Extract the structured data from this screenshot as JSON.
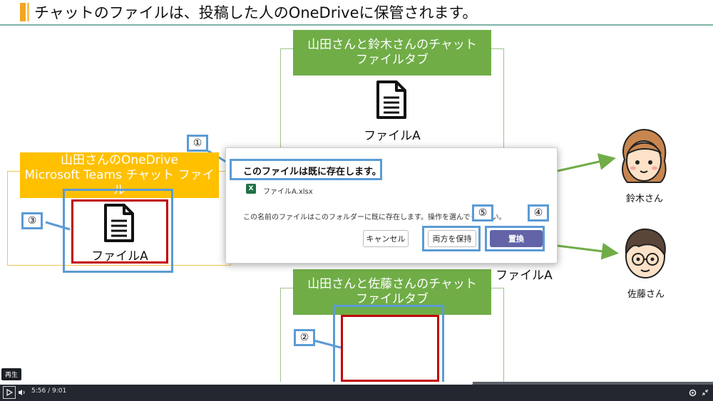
{
  "slide": {
    "title": "チャットのファイルは、投稿した人のOneDriveに保管されます。",
    "top_panel": {
      "line1": "山田さんと鈴木さんのチャット",
      "line2": "ファイルタブ",
      "file_label": "ファイルA"
    },
    "left_panel": {
      "line1": "山田さんのOneDrive",
      "line2": "Microsoft Teams チャット ファイル",
      "file_label": "ファイルA"
    },
    "bottom_panel": {
      "line1": "山田さんと佐藤さんのチャット",
      "line2": "ファイルタブ",
      "file_label": "ファイルA"
    },
    "markers": [
      "①",
      "②",
      "③",
      "④",
      "⑤"
    ],
    "people": {
      "suzuki": "鈴木さん",
      "sato": "佐藤さん"
    },
    "colors": {
      "green": "#70ad47",
      "yellow": "#ffc000",
      "callout_blue": "#5b9bd5",
      "highlight_red": "#c00000",
      "teams_purple": "#6264a7"
    }
  },
  "dialog": {
    "title": "このファイルは既に存在します。",
    "file_name": "ファイルA.xlsx",
    "message": "この名前のファイルはこのフォルダーに既に存在します。操作を選んでください。",
    "buttons": {
      "cancel": "キャンセル",
      "keep_both": "両方を保持",
      "replace": "置換"
    }
  },
  "player": {
    "tooltip": "再生",
    "current_time": "5:56",
    "separator": "/",
    "duration": "9:01",
    "progress_fraction": 0.658
  }
}
